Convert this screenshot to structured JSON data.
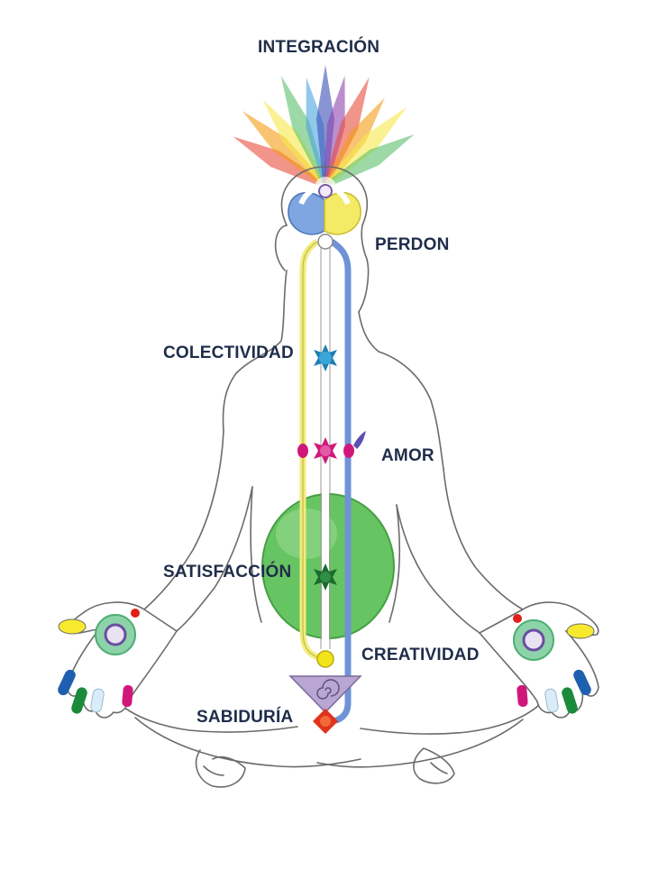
{
  "labels": {
    "integracion": "INTEGRACIÓN",
    "perdon": "PERDON",
    "colectividad": "COLECTIVIDAD",
    "amor": "AMOR",
    "satisfaccion": "SATISFACCIÓN",
    "creatividad": "CREATIVIDAD",
    "sabiduria": "SABIDURÍA"
  },
  "colors": {
    "label_text": "#1f2d4a",
    "outline": "#6b6b6b",
    "left_channel": "#f2ec7a",
    "right_channel": "#6f93d6",
    "central_channel": "#ffffff",
    "heart_chakra": "#d0187a",
    "throat_chakra": "#1f7fb5",
    "nabhi_chakra": "#1b6b2e",
    "nabhi_sphere": "#5fc15a",
    "swadisthan_chakra": "#f1e51a",
    "kundalini_triangle": "#b9a6d2",
    "mooladhara_chakra": "#e0331c",
    "ray_colors": [
      "#e74c3c",
      "#f39c12",
      "#f7e94a",
      "#5bc06b",
      "#4aa3df",
      "#3a4fb5",
      "#8e44ad"
    ]
  },
  "icons": [
    "sun-ray-crown-icon",
    "chakra-flower-icon",
    "spiral-icon",
    "hand-chakra-icon"
  ]
}
